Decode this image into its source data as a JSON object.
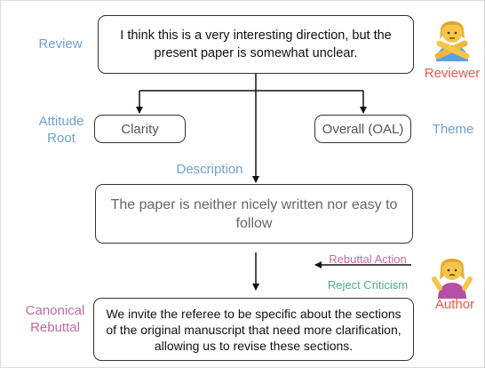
{
  "labels": {
    "review": "Review",
    "reviewer": "Reviewer",
    "attitude_root": "Attitude\nRoot",
    "theme": "Theme",
    "description": "Description",
    "rebuttal_action": "Rebuttal Action",
    "reject_criticism": "Reject Criticism",
    "author": "Author",
    "canonical_rebuttal": "Canonical\nRebuttal"
  },
  "boxes": {
    "review": "I think this is a very interesting direction, but the present paper is somewhat unclear.",
    "clarity": "Clarity",
    "overall": "Overall (OAL)",
    "description": "The paper is neither nicely written nor easy to follow",
    "rebuttal": "We invite the referee to be specific about the sections of the original manuscript that need more clarification, allowing us to revise these sections."
  },
  "icons": {
    "reviewer": "person-gesturing-no-icon",
    "author": "person-shrugging-icon"
  },
  "colors": {
    "blue": "#6fa0d6",
    "red": "#e8584f",
    "pink": "#c46b9a",
    "teal": "#4cae8c"
  }
}
